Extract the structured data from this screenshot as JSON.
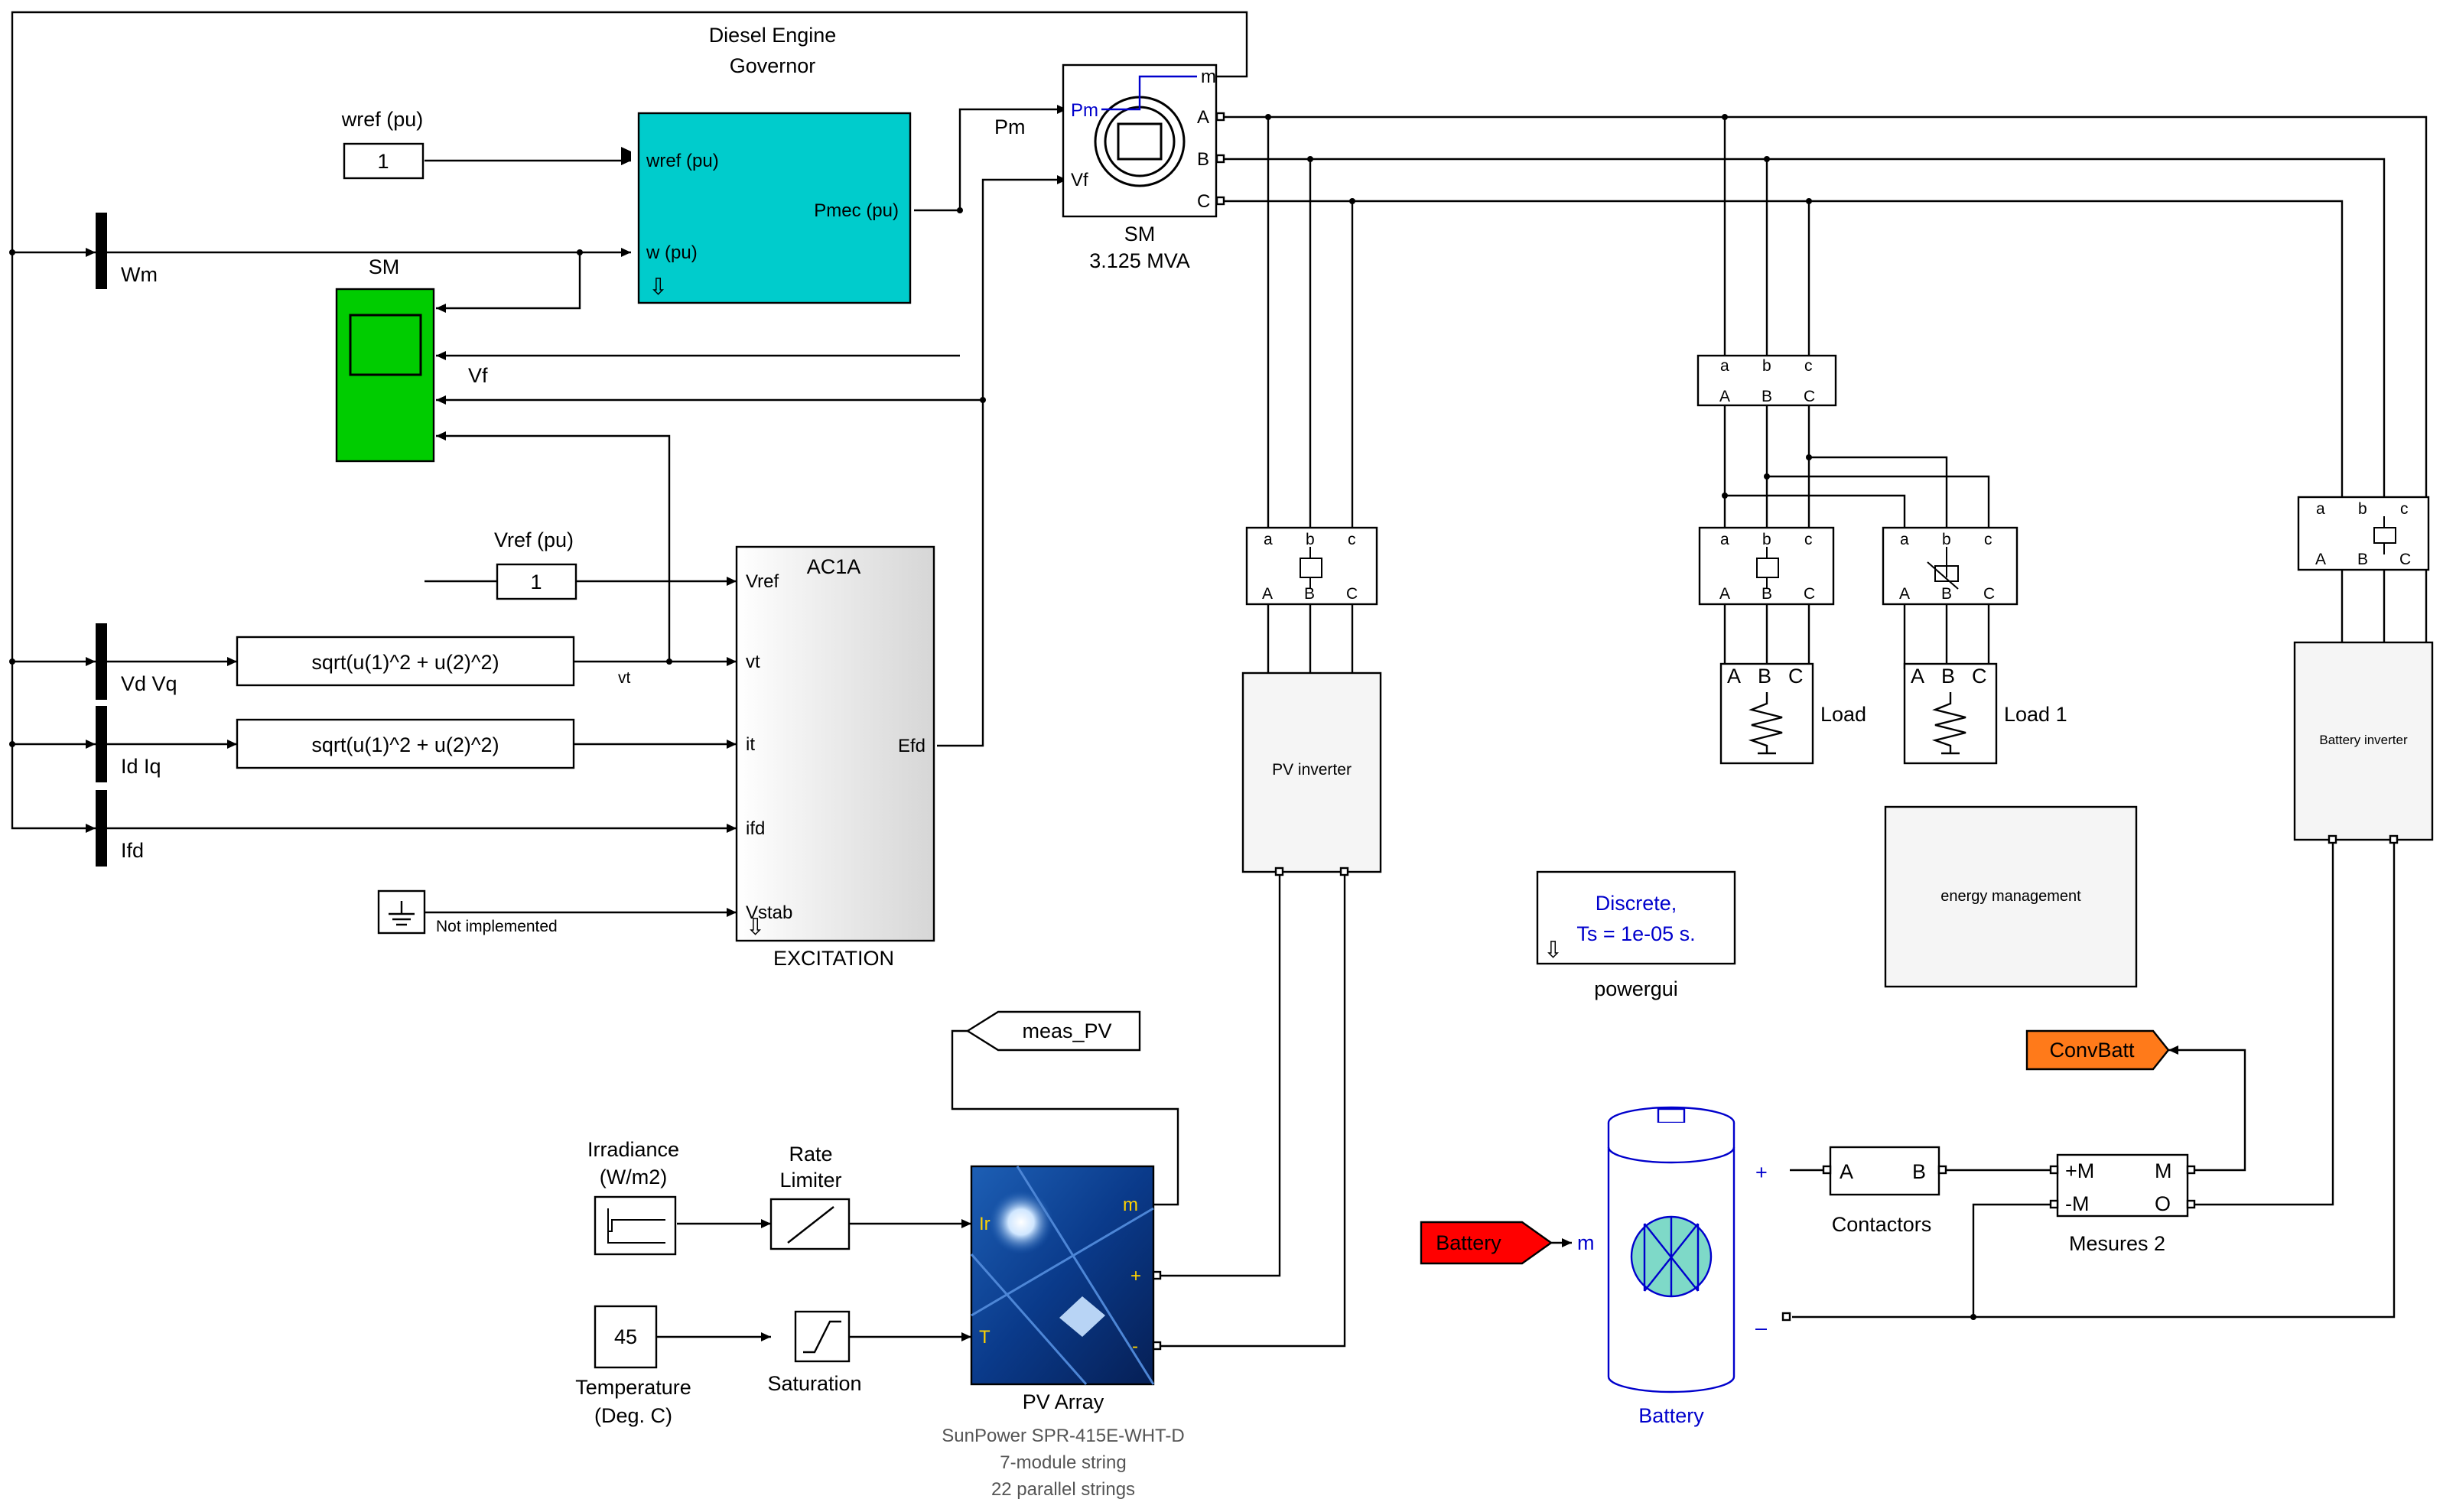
{
  "blocks": {
    "governor": {
      "title_line1": "Diesel Engine",
      "title_line2": "Governor",
      "in1": "wref (pu)",
      "in2": "w (pu)",
      "out": "Pmec (pu)"
    },
    "wref_const": {
      "label": "wref (pu)",
      "value": "1"
    },
    "sm_machine": {
      "name": "SM",
      "rating": "3.125 MVA",
      "port_m": "m",
      "port_pm": "Pm",
      "port_vf": "Vf",
      "port_a": "A",
      "port_b": "B",
      "port_c": "C"
    },
    "pm_signal": "Pm",
    "scope": {
      "name": "SM",
      "vf_signal": "Vf"
    },
    "vref_const": {
      "label": "Vref (pu)",
      "value": "1"
    },
    "excitation": {
      "title": "AC1A",
      "name": "EXCITATION",
      "in1": "Vref",
      "in2": "vt",
      "in3": "it",
      "in4": "ifd",
      "in5": "Vstab",
      "out": "Efd"
    },
    "demux": {
      "wm": "Wm",
      "vdvq": "Vd Vq",
      "idiq": "Id Iq",
      "ifd": "Ifd"
    },
    "fcn1": {
      "expr": "sqrt(u(1)^2 + u(2)^2)",
      "signal": "vt"
    },
    "fcn2": {
      "expr": "sqrt(u(1)^2 + u(2)^2)"
    },
    "ground": {
      "label": "Not implemented"
    },
    "pv_inverter": {
      "name": "PV inverter"
    },
    "battery_inverter": {
      "name": "Battery inverter"
    },
    "energy_management": {
      "name": "energy management"
    },
    "powergui": {
      "line1": "Discrete,",
      "line2": "Ts = 1e-05 s.",
      "name": "powergui"
    },
    "load": {
      "name": "Load",
      "a": "A",
      "b": "B",
      "c": "C"
    },
    "load1": {
      "name": "Load 1",
      "a": "A",
      "b": "B",
      "c": "C"
    },
    "meas_pv": {
      "label": "meas_PV"
    },
    "irradiance": {
      "line1": "Irradiance",
      "line2": "(W/m2)"
    },
    "rate_limiter": {
      "line1": "Rate",
      "line2": "Limiter"
    },
    "temperature": {
      "value": "45",
      "line1": "Temperature",
      "line2": "(Deg. C)"
    },
    "saturation": {
      "label": "Saturation"
    },
    "pv_array": {
      "name": "PV Array",
      "in_ir": "Ir",
      "in_t": "T",
      "out_m": "m",
      "out_plus": "+",
      "out_minus": "-",
      "desc1": "SunPower SPR-415E-WHT-D",
      "desc2": "7-module string",
      "desc3": "22 parallel strings"
    },
    "battery_goto": {
      "label": "Battery",
      "port_m": "m"
    },
    "battery": {
      "name": "Battery",
      "plus": "+",
      "minus": "–"
    },
    "contactors": {
      "name": "Contactors",
      "a": "A",
      "b": "B"
    },
    "mesures": {
      "name": "Mesures 2",
      "p1": "+M",
      "p2": "-M",
      "p3": "M",
      "p4": "O"
    },
    "convbatt": {
      "label": "ConvBatt"
    },
    "breaker_port": {
      "a": "a",
      "b": "b",
      "c": "c",
      "A": "A",
      "B": "B",
      "C": "C"
    }
  },
  "colors": {
    "governor_fill": "#00cccc",
    "scope_fill": "#00cc00",
    "goto_red": "#ff0000",
    "goto_orange": "#ff7a1a",
    "battery_blue": "#0000cc"
  }
}
